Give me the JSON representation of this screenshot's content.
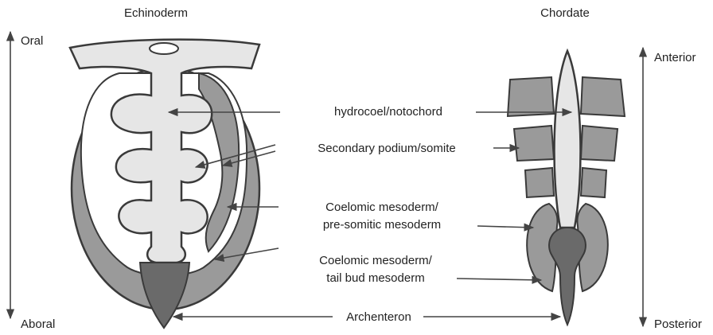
{
  "titles": {
    "left": "Echinoderm",
    "right": "Chordate"
  },
  "axes": {
    "left_top": "Oral",
    "left_bottom": "Aboral",
    "right_top": "Anterior",
    "right_bottom": "Posterior"
  },
  "labels": {
    "hydrocoel": "hydrocoel/notochord",
    "podium": "Secondary podium/somite",
    "coelomic1_line1": "Coelomic mesoderm/",
    "coelomic1_line2": "pre-somitic mesoderm",
    "coelomic2_line1": "Coelomic mesoderm/",
    "coelomic2_line2": "tail bud mesoderm",
    "archenteron": "Archenteron"
  },
  "colors": {
    "outer_mesoderm": "#9a9a9a",
    "light_tissue": "#e6e6e6",
    "dark_tissue": "#6a6a6a",
    "outline": "#3a3a3a",
    "arrow": "#444444"
  }
}
